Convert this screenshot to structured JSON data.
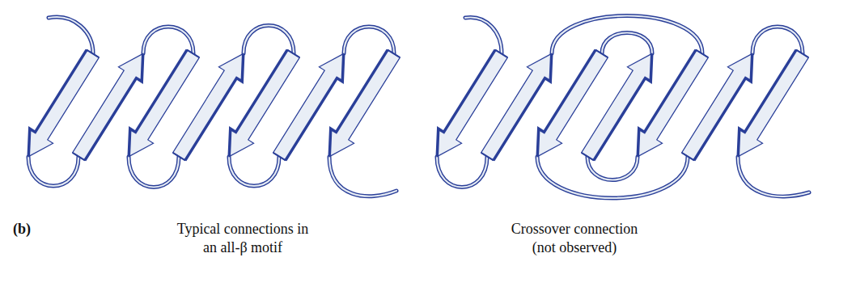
{
  "diagram": {
    "labels": [
      "(b)",
      "Typical connections in an all-β motif",
      "Crossover connection (not observed)"
    ]
  }
}
